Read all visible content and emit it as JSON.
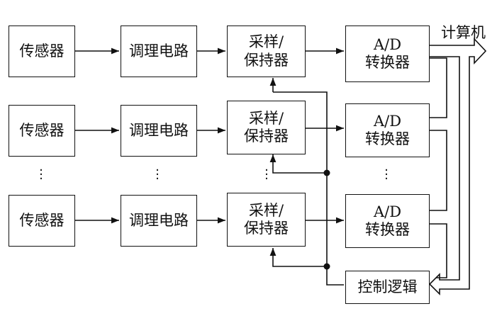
{
  "rows": [
    {
      "sensor": "传感器",
      "conditioner": "调理电路",
      "sh_line1": "采样/",
      "sh_line2": "保持器",
      "adc_line1": "A/D",
      "adc_line2": "转换器"
    },
    {
      "sensor": "传感器",
      "conditioner": "调理电路",
      "sh_line1": "采样/",
      "sh_line2": "保持器",
      "adc_line1": "A/D",
      "adc_line2": "转换器"
    },
    {
      "sensor": "传感器",
      "conditioner": "调理电路",
      "sh_line1": "采样/",
      "sh_line2": "保持器",
      "adc_line1": "A/D",
      "adc_line2": "转换器"
    }
  ],
  "control_logic": "控制逻辑",
  "computer": "计算机"
}
